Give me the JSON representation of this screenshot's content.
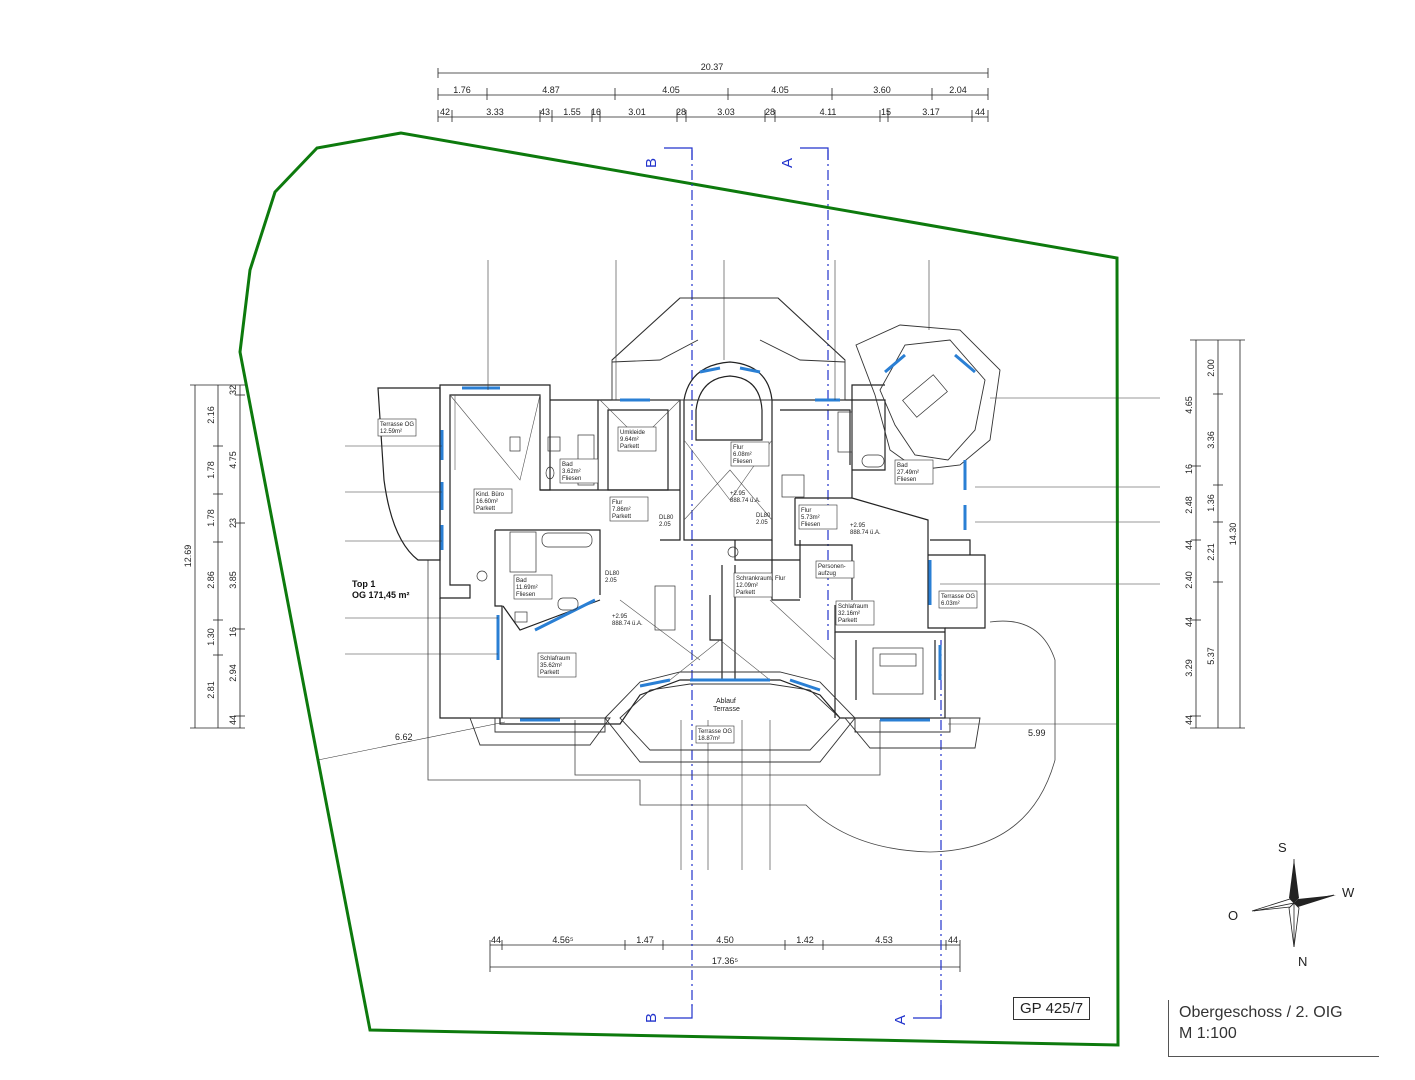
{
  "parcel": {
    "id": "GP 425/7"
  },
  "title": {
    "line1": "Obergeschoss / 2. OIG",
    "line2": "M 1:100"
  },
  "unit": {
    "name": "Top 1",
    "area": "OG 171,45 m²"
  },
  "section_markers": {
    "a": "A",
    "b": "B"
  },
  "compass": {
    "s": "S",
    "w": "W",
    "o": "O",
    "n": "N"
  },
  "dims_top": {
    "total": "20.37",
    "row1": [
      "1.76",
      "4.87",
      "4.05",
      "4.05",
      "3.60",
      "2.04"
    ],
    "row2": [
      "42",
      "3.33",
      "43",
      "1.55",
      "16",
      "3.01",
      "28",
      "3.03",
      "28",
      "4.11",
      "15",
      "3.17",
      "44"
    ]
  },
  "dims_bottom": {
    "total": "17.36⁵",
    "row1": [
      "44",
      "4.56⁵",
      "1.47",
      "4.50",
      "1.42",
      "4.53",
      "44"
    ]
  },
  "dims_left": {
    "total": "12.69",
    "col1": [
      "2.16",
      "1.78",
      "1.78",
      "2.86",
      "1.30",
      "2.81"
    ],
    "col2": [
      "32",
      "4.75",
      "23",
      "3.85",
      "16",
      "2.94",
      "44"
    ]
  },
  "dims_right": {
    "total": "14.30",
    "col1": [
      "2.00",
      "3.36",
      "1.36",
      "2.21",
      "5.37"
    ],
    "col2": [
      "4.65",
      "16",
      "2.48",
      "44",
      "2.40",
      "44",
      "3.29",
      "44"
    ]
  },
  "distances": {
    "left": "6.62",
    "right": "5.99"
  },
  "rooms": [
    {
      "name": "Terrasse OG",
      "area": "12.59m²",
      "finish": ""
    },
    {
      "name": "Kind. Büro",
      "area": "16.60m²",
      "finish": "Parkett"
    },
    {
      "name": "Bad",
      "area": "3.62m²",
      "finish": "Fliesen"
    },
    {
      "name": "Umkleide",
      "area": "9.64m²",
      "finish": "Parkett"
    },
    {
      "name": "Flur",
      "area": "7.86m²",
      "finish": "Parkett"
    },
    {
      "name": "Flur",
      "area": "6.08m²",
      "finish": "Fliesen"
    },
    {
      "name": "Flur",
      "area": "5.73m²",
      "finish": "Fliesen"
    },
    {
      "name": "Bad",
      "area": "27.49m²",
      "finish": "Fliesen"
    },
    {
      "name": "Bad",
      "area": "11.69m²",
      "finish": "Fliesen"
    },
    {
      "name": "Schrankraum, Flur",
      "area": "12.09m²",
      "finish": "Parkett"
    },
    {
      "name": "Personen-",
      "area": "aufzug",
      "finish": ""
    },
    {
      "name": "Schlafraum",
      "area": "32.16m²",
      "finish": "Parkett"
    },
    {
      "name": "Terrasse OG",
      "area": "6.03m²",
      "finish": ""
    },
    {
      "name": "Schlafraum",
      "area": "35.62m²",
      "finish": "Parkett"
    },
    {
      "name": "Terrasse OG",
      "area": "18.87m²",
      "finish": ""
    }
  ],
  "levels": [
    {
      "a": "+2.95",
      "b": "888.74 ü.A."
    },
    {
      "a": "+2.95",
      "b": "888.74 ü.A."
    },
    {
      "a": "+2.95",
      "b": "888.74 ü.A."
    }
  ],
  "drain": {
    "line1": "Ablauf",
    "line2": "Terrasse"
  },
  "openings": [
    "DL80",
    "2.05",
    "DL80",
    "2.05",
    "DL80",
    "2.05"
  ],
  "colors": {
    "boundary": "#0d7a0d",
    "section": "#2233cc",
    "window": "#2a7fd4",
    "wall": "#222222"
  }
}
